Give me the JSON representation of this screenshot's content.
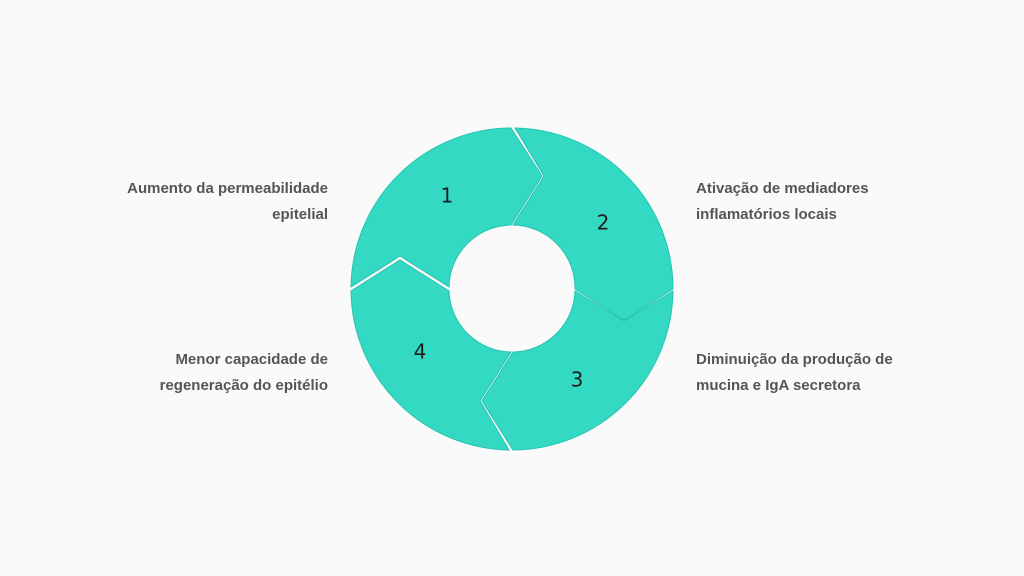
{
  "diagram": {
    "steps": [
      {
        "number": "1",
        "lines": [
          "Aumento da permeabilidade",
          "epitelial"
        ]
      },
      {
        "number": "2",
        "lines": [
          "Ativação de mediadores",
          "inflamatórios locais"
        ]
      },
      {
        "number": "3",
        "lines": [
          "Diminuição da produção de",
          "mucina e IgA secretora"
        ]
      },
      {
        "number": "4",
        "lines": [
          "Menor capacidade de",
          "regeneração do epitélio"
        ]
      }
    ]
  },
  "colors": {
    "segment_fill": "#34d9c4",
    "background": "#fafafa",
    "label_text": "#555555"
  }
}
